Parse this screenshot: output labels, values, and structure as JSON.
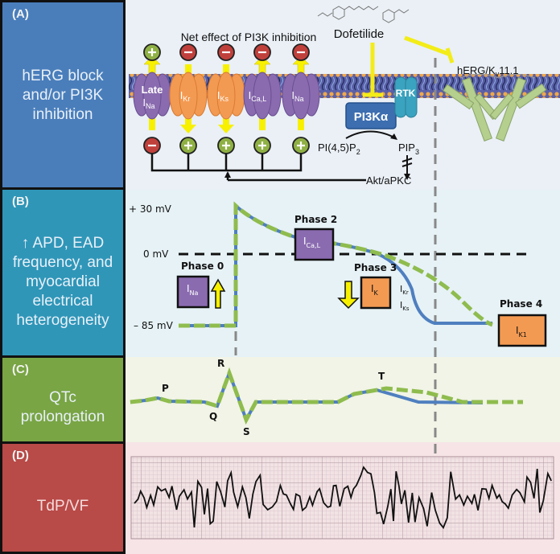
{
  "panels": [
    {
      "tag": "(A)",
      "text": [
        "hERG block",
        "and/or  PI3K",
        "inhibition"
      ],
      "color": "#4a7ebb"
    },
    {
      "tag": "(B)",
      "text": [
        "↑ APD, EAD",
        "frequency,  and",
        "myocardial",
        "electrical",
        "heterogeneity"
      ],
      "color": "#2f96b8"
    },
    {
      "tag": "(C)",
      "text": [
        "QTc",
        "prolongation"
      ],
      "color": "#79a544"
    },
    {
      "tag": "(D)",
      "text": [
        "TdP/VF"
      ],
      "color": "#b84a47"
    }
  ],
  "panelA": {
    "title": "Net  effect of PI3K  inhibition",
    "channels": [
      {
        "name": "Late I_Na",
        "line1": "Late",
        "main": "I",
        "sub": "Na",
        "color": "purple",
        "top_sign": "+",
        "bottom_sign": "−",
        "arrow": "up"
      },
      {
        "name": "I_Kr",
        "line1": "",
        "main": "I",
        "sub": "Kr",
        "color": "orange",
        "top_sign": "−",
        "bottom_sign": "+",
        "arrow": "down"
      },
      {
        "name": "I_Ks",
        "line1": "",
        "main": "I",
        "sub": "Ks",
        "color": "orange",
        "top_sign": "−",
        "bottom_sign": "+",
        "arrow": "down"
      },
      {
        "name": "I_Ca,L",
        "line1": "",
        "main": "I",
        "sub": "Ca,L",
        "color": "purple",
        "top_sign": "−",
        "bottom_sign": "+",
        "arrow": "up"
      },
      {
        "name": "I_Na",
        "line1": "",
        "main": "I",
        "sub": "Na",
        "color": "purple",
        "top_sign": "−",
        "bottom_sign": "+",
        "arrow": "up"
      }
    ],
    "drug": "Dofetilide",
    "pi3k": "PI3Kα",
    "rtk": "RTK",
    "pip2": {
      "main": "PI(4,5)P",
      "sub": "2"
    },
    "pip3": {
      "main": "PIP",
      "sub": "3"
    },
    "akt": "Akt/aPKC",
    "herg": {
      "main": "hERG/K",
      "sub": "v",
      "tail": "11.1"
    }
  },
  "panelB": {
    "y_labels": [
      "+ 30 mV",
      "0 mV",
      "– 85 mV"
    ],
    "phases": [
      {
        "label": "Phase 0",
        "current_main": "I",
        "current_sub": "Na",
        "color": "purple",
        "arrow": "up"
      },
      {
        "label": "Phase 2",
        "current_main": "I",
        "current_sub": "Ca,L",
        "color": "purple"
      },
      {
        "label": "Phase 3",
        "current_main": "I",
        "current_sub": "K",
        "color": "orange",
        "arrow": "down",
        "extra": [
          "Kr",
          "Ks"
        ]
      },
      {
        "label": "Phase 4",
        "current_main": "I",
        "current_sub": "K1",
        "color": "orange"
      }
    ]
  },
  "panelC": {
    "waves": [
      "P",
      "Q",
      "R",
      "S",
      "T"
    ]
  },
  "colors": {
    "green_trace": "#8fbc4e",
    "blue_trace": "#4f7fbf",
    "yellow": "#f7f000",
    "purple": "#8a6bb0",
    "orange": "#f39a52",
    "plus": "#8fb044",
    "minus": "#c0403c"
  }
}
